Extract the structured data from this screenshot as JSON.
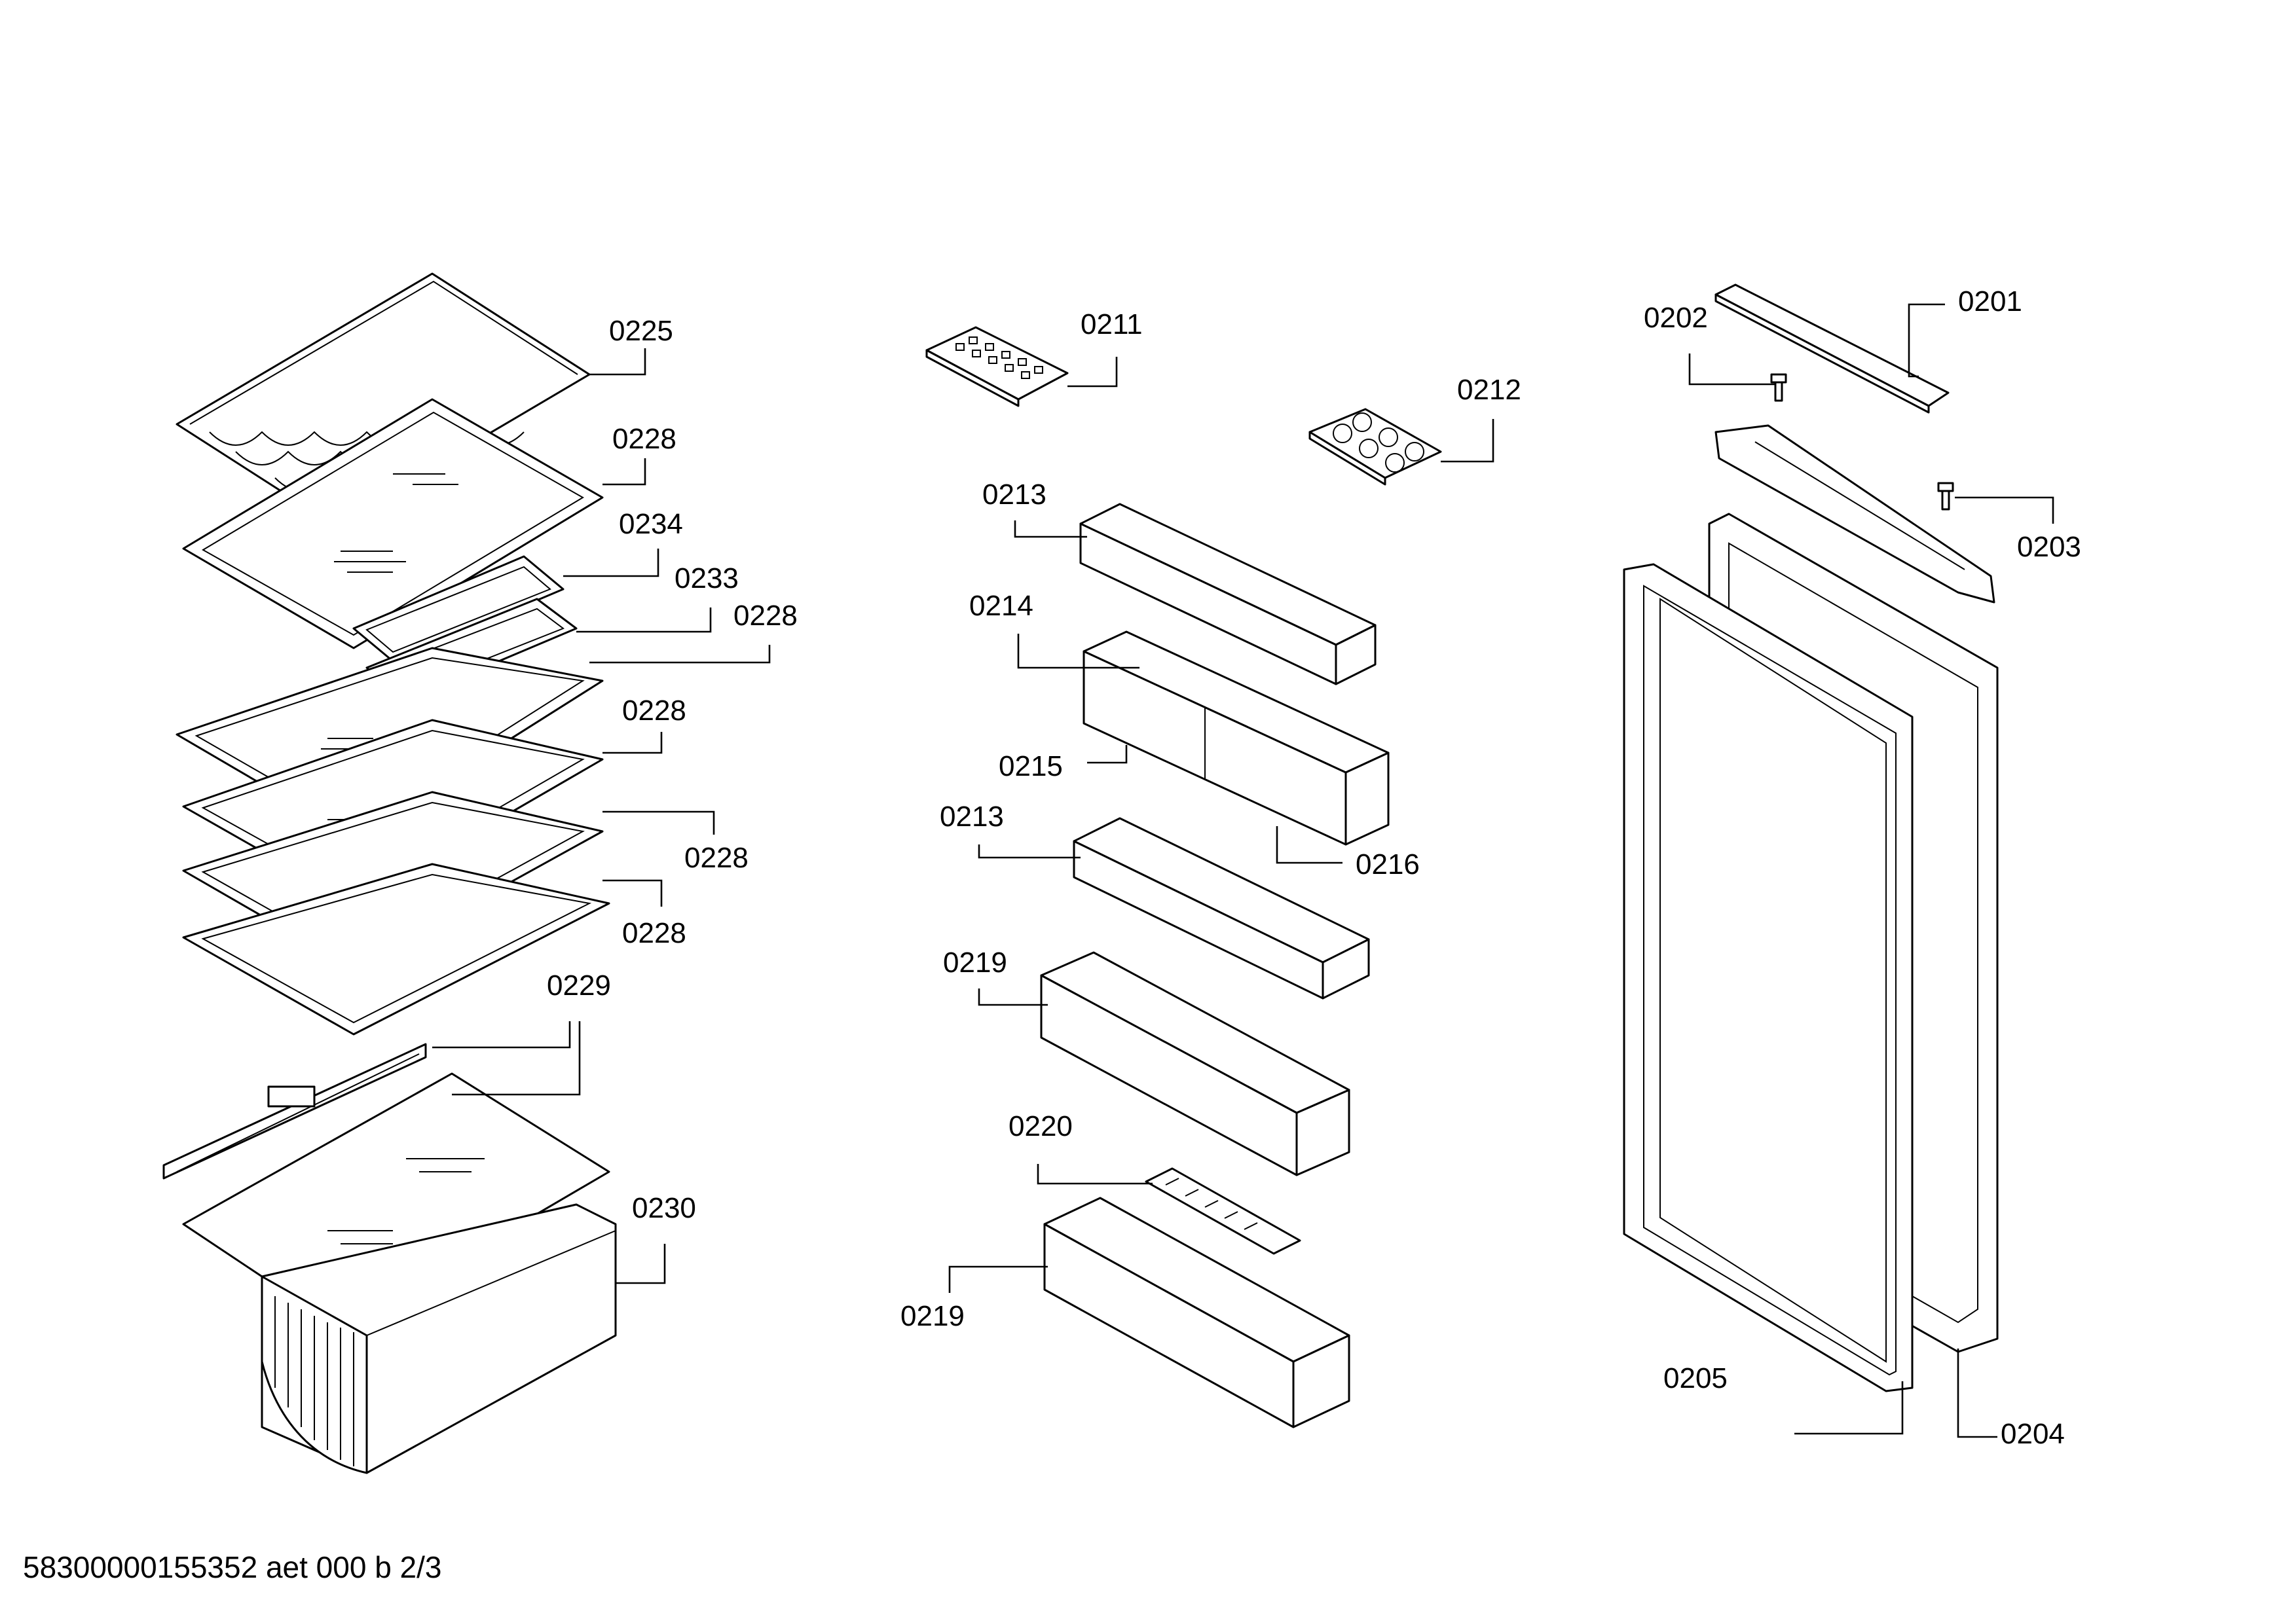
{
  "footer": {
    "document_code": "58300000155352 aet 000 b 2/3"
  },
  "labels": {
    "p0201": "0201",
    "p0202": "0202",
    "p0203": "0203",
    "p0204": "0204",
    "p0205": "0205",
    "p0211": "0211",
    "p0212": "0212",
    "p0213a": "0213",
    "p0213b": "0213",
    "p0214": "0214",
    "p0215": "0215",
    "p0216": "0216",
    "p0219a": "0219",
    "p0219b": "0219",
    "p0220": "0220",
    "p0225": "0225",
    "p0228a": "0228",
    "p0228b": "0228",
    "p0228c": "0228",
    "p0228d": "0228",
    "p0228e": "0228",
    "p0229": "0229",
    "p0230": "0230",
    "p0233": "0233",
    "p0234": "0234"
  }
}
